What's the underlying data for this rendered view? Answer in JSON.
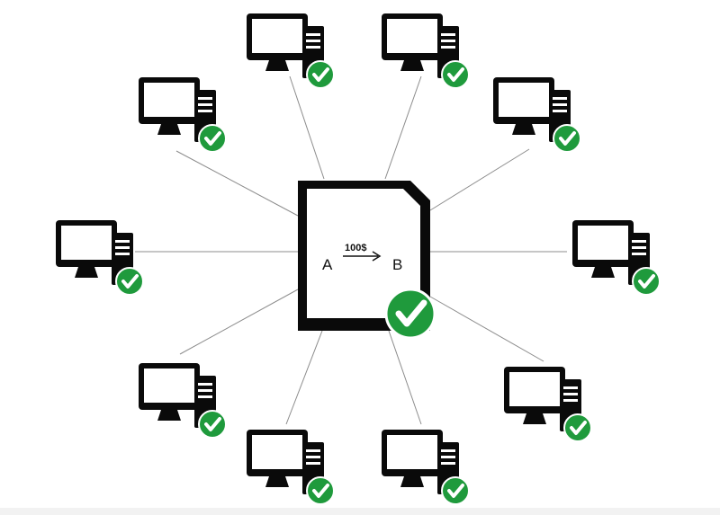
{
  "diagram": {
    "transaction": {
      "from": "A",
      "to": "B",
      "amount": "100$"
    },
    "node_count": 10,
    "colors": {
      "ink": "#0a0a0a",
      "check_green": "#1f9a3c",
      "edge": "#8c8c8c"
    },
    "icons": {
      "node": "desktop-computer-icon",
      "status": "check-circle-icon",
      "document": "document-icon"
    }
  }
}
